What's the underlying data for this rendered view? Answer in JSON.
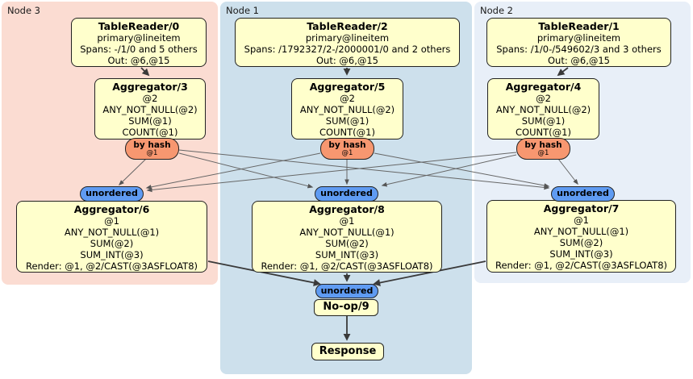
{
  "colors": {
    "region_node3": "#fbdcd2",
    "region_node1": "#cde0ec",
    "region_node2": "#e8eff8",
    "box_fill": "#ffffcc",
    "box_border": "#222222",
    "by_hash_fill": "#f79770",
    "unordered_fill": "#5f9bf2",
    "edge_thick": "#3a3a3a",
    "edge_thin": "#666666"
  },
  "regions": {
    "node3": {
      "label": "Node 3",
      "tablereader": {
        "title": "TableReader/0",
        "lines": [
          "primary@lineitem",
          "Spans: -/1/0 and 5 others",
          "Out: @6,@15"
        ]
      },
      "aggregator_top": {
        "title": "Aggregator/3",
        "lines": [
          "@2",
          "ANY_NOT_NULL(@2)",
          "SUM(@1)",
          "COUNT(@1)"
        ]
      },
      "by_hash": {
        "label": "by hash",
        "key": "@1"
      },
      "unordered_label": "unordered",
      "aggregator_bottom": {
        "title": "Aggregator/6",
        "lines": [
          "@1",
          "ANY_NOT_NULL(@1)",
          "SUM(@2)",
          "SUM_INT(@3)",
          "Render: @1, @2/CAST(@3ASFLOAT8)"
        ]
      }
    },
    "node1": {
      "label": "Node 1",
      "tablereader": {
        "title": "TableReader/2",
        "lines": [
          "primary@lineitem",
          "Spans: /1792327/2-/2000001/0 and 2 others",
          "Out: @6,@15"
        ]
      },
      "aggregator_top": {
        "title": "Aggregator/5",
        "lines": [
          "@2",
          "ANY_NOT_NULL(@2)",
          "SUM(@1)",
          "COUNT(@1)"
        ]
      },
      "by_hash": {
        "label": "by hash",
        "key": "@1"
      },
      "unordered_label": "unordered",
      "aggregator_bottom": {
        "title": "Aggregator/8",
        "lines": [
          "@1",
          "ANY_NOT_NULL(@1)",
          "SUM(@2)",
          "SUM_INT(@3)",
          "Render: @1, @2/CAST(@3ASFLOAT8)"
        ]
      }
    },
    "node2": {
      "label": "Node 2",
      "tablereader": {
        "title": "TableReader/1",
        "lines": [
          "primary@lineitem",
          "Spans: /1/0-/549602/3 and 3 others",
          "Out: @6,@15"
        ]
      },
      "aggregator_top": {
        "title": "Aggregator/4",
        "lines": [
          "@2",
          "ANY_NOT_NULL(@2)",
          "SUM(@1)",
          "COUNT(@1)"
        ]
      },
      "by_hash": {
        "label": "by hash",
        "key": "@1"
      },
      "unordered_label": "unordered",
      "aggregator_bottom": {
        "title": "Aggregator/7",
        "lines": [
          "@1",
          "ANY_NOT_NULL(@1)",
          "SUM(@2)",
          "SUM_INT(@3)",
          "Render: @1, @2/CAST(@3ASFLOAT8)"
        ]
      }
    }
  },
  "sink": {
    "unordered_label": "unordered",
    "noop_label": "No-op/9",
    "response_label": "Response"
  }
}
